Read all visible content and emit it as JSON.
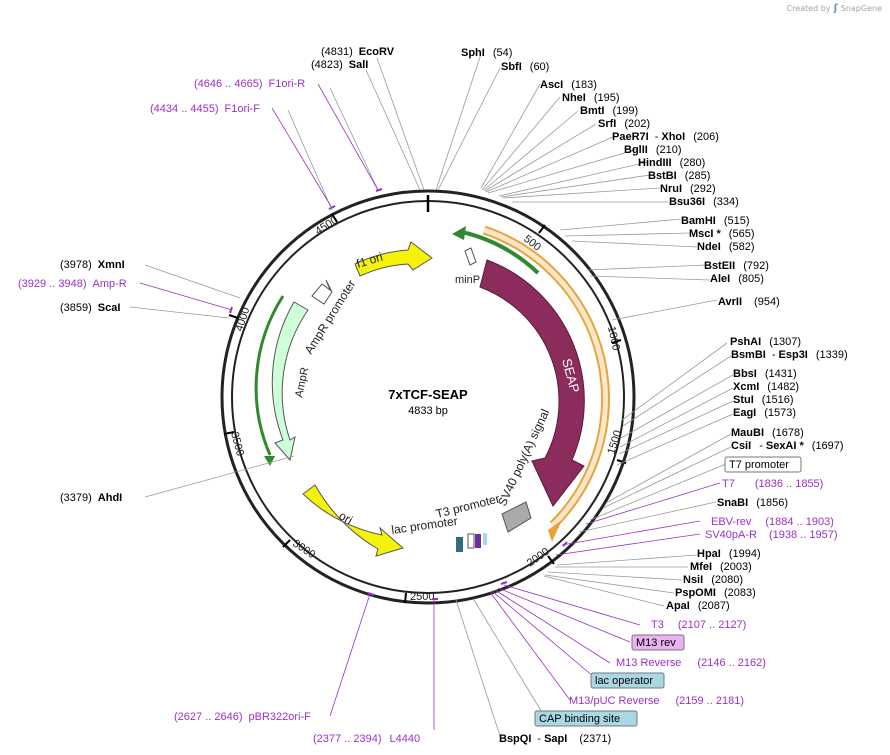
{
  "credit": {
    "prefix": "Created by",
    "brand": "SnapGene"
  },
  "plasmid": {
    "name": "7xTCF-SEAP",
    "size_label": "4833 bp",
    "length": 4833
  },
  "colors": {
    "enzyme": "#000000",
    "primer": "#9b30c8",
    "seap": "#8b2c5c",
    "ampR": "#cfffd9",
    "ori": "#f5f20a",
    "f1ori": "#f5f20a",
    "feature_box_purple": "#e8b3f0",
    "feature_box_blue": "#a9d7e3"
  },
  "ticks": [
    "500",
    "1000",
    "1500",
    "2000",
    "2500",
    "3000",
    "3500",
    "4000",
    "4500"
  ],
  "features": [
    {
      "label": "f1 ori"
    },
    {
      "label": "AmpR promoter"
    },
    {
      "label": "AmpR"
    },
    {
      "label": "ori"
    },
    {
      "label": "lac promoter"
    },
    {
      "label": "T3 promoter"
    },
    {
      "label": "SV40 poly(A) signal"
    },
    {
      "label": "SEAP"
    },
    {
      "label": "minP"
    }
  ],
  "sites": [
    {
      "pos": "(4831)",
      "name": "EcoRV",
      "kind": "enzyme"
    },
    {
      "pos": "(4823)",
      "name": "SalI",
      "kind": "enzyme"
    },
    {
      "pos": "(4646 .. 4665)",
      "name": "F1ori-R",
      "kind": "primer"
    },
    {
      "pos": "(4434 .. 4455)",
      "name": "F1ori-F",
      "kind": "primer"
    },
    {
      "name": "SphI",
      "pos": "(54)",
      "kind": "enzyme"
    },
    {
      "name": "SbfI",
      "pos": "(60)",
      "kind": "enzyme"
    },
    {
      "name": "AscI",
      "pos": "(183)",
      "kind": "enzyme"
    },
    {
      "name": "NheI",
      "pos": "(195)",
      "kind": "enzyme"
    },
    {
      "name": "BmtI",
      "pos": "(199)",
      "kind": "enzyme"
    },
    {
      "name": "SrfI",
      "pos": "(202)",
      "kind": "enzyme"
    },
    {
      "name": "PaeR7I",
      "name2": "XhoI",
      "pos": "(206)",
      "kind": "enzyme2"
    },
    {
      "name": "BglII",
      "pos": "(210)",
      "kind": "enzyme"
    },
    {
      "name": "HindIII",
      "pos": "(280)",
      "kind": "enzyme"
    },
    {
      "name": "BstBI",
      "pos": "(285)",
      "kind": "enzyme"
    },
    {
      "name": "NruI",
      "pos": "(292)",
      "kind": "enzyme"
    },
    {
      "name": "Bsu36I",
      "pos": "(334)",
      "kind": "enzyme"
    },
    {
      "name": "BamHI",
      "pos": "(515)",
      "kind": "enzyme"
    },
    {
      "name": "MscI *",
      "pos": "(565)",
      "kind": "enzyme"
    },
    {
      "name": "NdeI",
      "pos": "(582)",
      "kind": "enzyme"
    },
    {
      "name": "BstEII",
      "pos": "(792)",
      "kind": "enzyme"
    },
    {
      "name": "AleI",
      "pos": "(805)",
      "kind": "enzyme"
    },
    {
      "name": "AvrII",
      "pos": "(954)",
      "kind": "enzyme"
    },
    {
      "name": "PshAI",
      "pos": "(1307)",
      "kind": "enzyme"
    },
    {
      "name": "BsmBI",
      "name2": "Esp3I",
      "pos": "(1339)",
      "kind": "enzyme2"
    },
    {
      "name": "BbsI",
      "pos": "(1431)",
      "kind": "enzyme"
    },
    {
      "name": "XcmI",
      "pos": "(1482)",
      "kind": "enzyme"
    },
    {
      "name": "StuI",
      "pos": "(1516)",
      "kind": "enzyme"
    },
    {
      "name": "EagI",
      "pos": "(1573)",
      "kind": "enzyme"
    },
    {
      "name": "MauBI",
      "pos": "(1678)",
      "kind": "enzyme"
    },
    {
      "name": "CsiI",
      "name2": "SexAI *",
      "pos": "(1697)",
      "kind": "enzyme2"
    },
    {
      "name": "T7 promoter",
      "kind": "box_white"
    },
    {
      "name": "T7",
      "pos": "(1836 .. 1855)",
      "kind": "primer"
    },
    {
      "name": "SnaBI",
      "pos": "(1856)",
      "kind": "enzyme"
    },
    {
      "name": "EBV-rev",
      "pos": "(1884 .. 1903)",
      "kind": "primer"
    },
    {
      "name": "SV40pA-R",
      "pos": "(1938 .. 1957)",
      "kind": "primer"
    },
    {
      "name": "HpaI",
      "pos": "(1994)",
      "kind": "enzyme"
    },
    {
      "name": "MfeI",
      "pos": "(2003)",
      "kind": "enzyme"
    },
    {
      "name": "NsiI",
      "pos": "(2080)",
      "kind": "enzyme"
    },
    {
      "name": "PspOMI",
      "pos": "(2083)",
      "kind": "enzyme"
    },
    {
      "name": "ApaI",
      "pos": "(2087)",
      "kind": "enzyme"
    },
    {
      "name": "T3",
      "pos": "(2107 .. 2127)",
      "kind": "primer"
    },
    {
      "name": "M13 rev",
      "kind": "box_purple"
    },
    {
      "name": "M13 Reverse",
      "pos": "(2146 .. 2162)",
      "kind": "primer"
    },
    {
      "name": "lac operator",
      "kind": "box_blue"
    },
    {
      "name": "M13/pUC Reverse",
      "pos": "(2159 .. 2181)",
      "kind": "primer"
    },
    {
      "name": "CAP binding site",
      "kind": "box_blue"
    },
    {
      "name": "BspQI",
      "name2": "SapI",
      "pos": "(2371)",
      "kind": "enzyme2"
    },
    {
      "pos": "(2377 .. 2394)",
      "name": "L4440",
      "kind": "primer"
    },
    {
      "pos": "(2627 .. 2646)",
      "name": "pBR322ori-F",
      "kind": "primer"
    },
    {
      "pos": "(3379)",
      "name": "AhdI",
      "kind": "enzyme"
    },
    {
      "pos": "(3859)",
      "name": "ScaI",
      "kind": "enzyme"
    },
    {
      "pos": "(3929 .. 3948)",
      "name": "Amp-R",
      "kind": "primer"
    },
    {
      "pos": "(3978)",
      "name": "XmnI",
      "kind": "enzyme"
    }
  ]
}
